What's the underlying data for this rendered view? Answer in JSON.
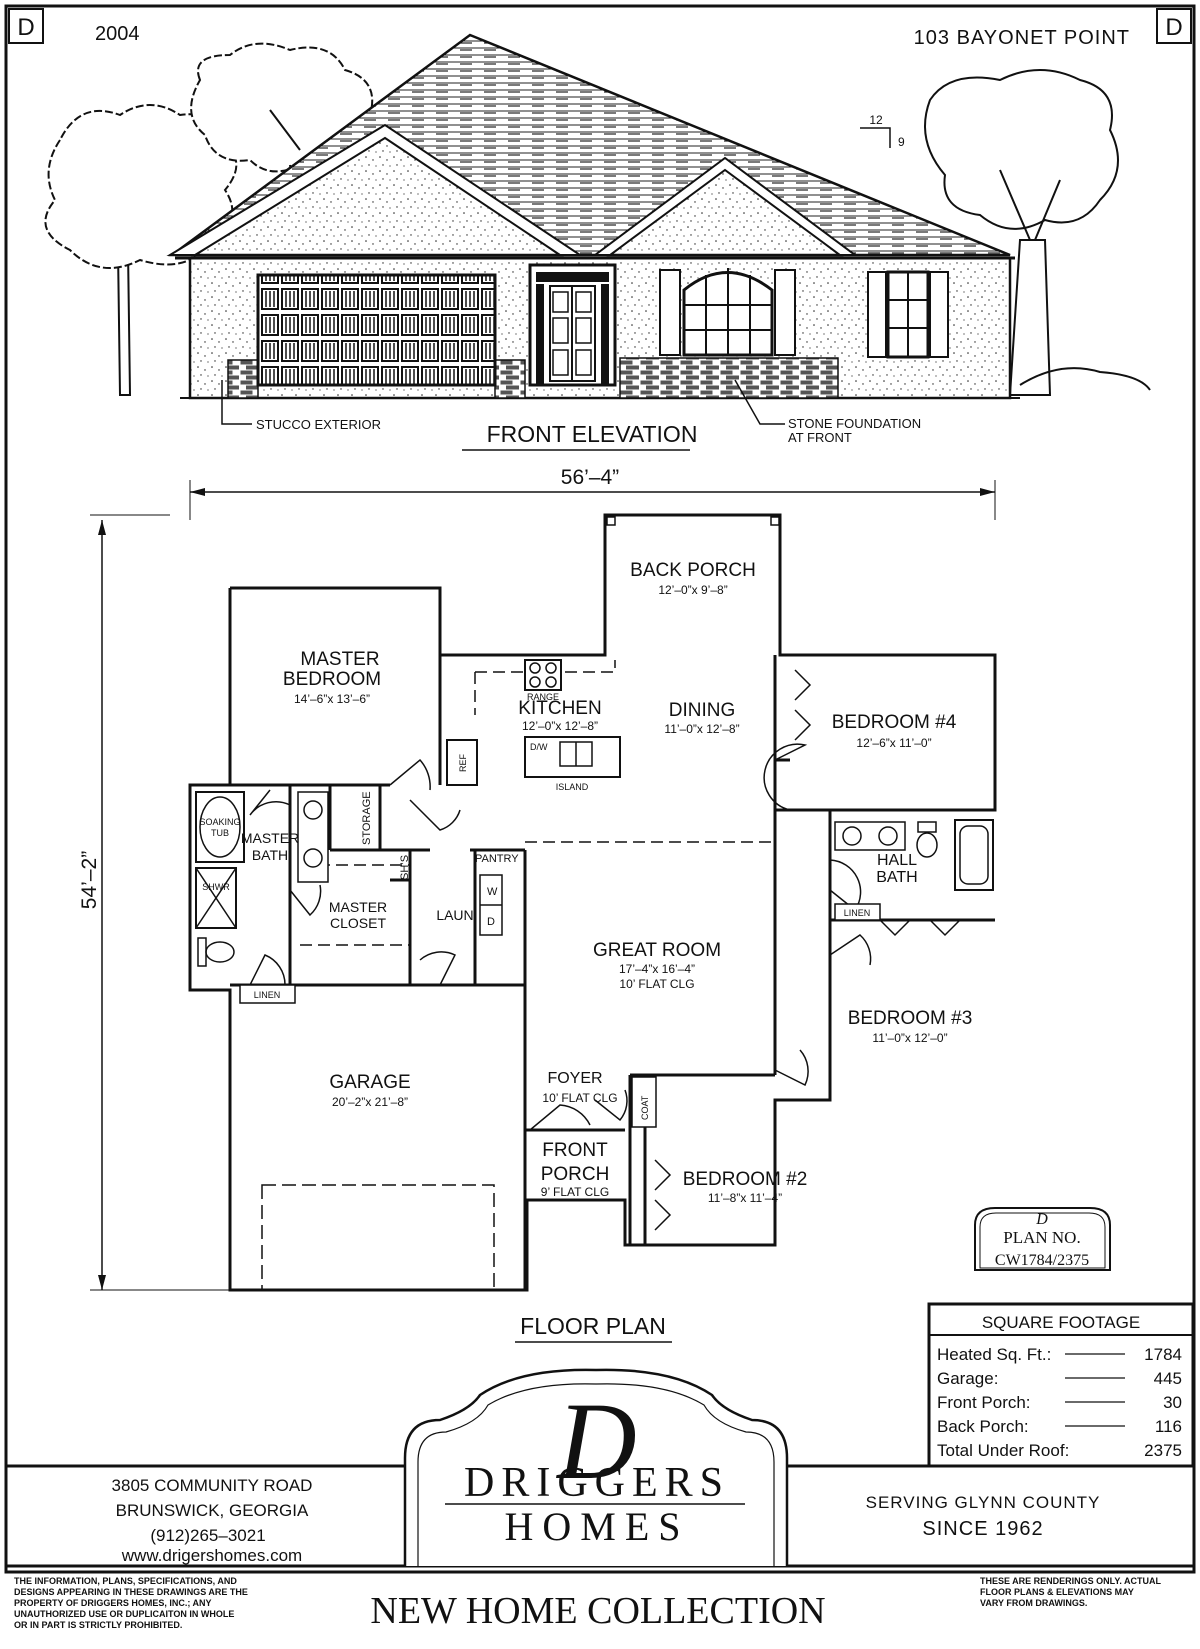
{
  "header": {
    "corner_letter": "D",
    "plan_year": "2004",
    "address": "103 BAYONET POINT",
    "roof_pitch_run": "12",
    "roof_pitch_rise": "9"
  },
  "elevation": {
    "title": "FRONT ELEVATION",
    "callout_left": "STUCCO EXTERIOR",
    "callout_right_line1": "STONE FOUNDATION",
    "callout_right_line2": "AT FRONT"
  },
  "floor_plan": {
    "title": "FLOOR PLAN",
    "width_dim": "56’–4”",
    "depth_dim": "54’–2”",
    "rooms": {
      "back_porch": {
        "name": "BACK PORCH",
        "size": "12’–0”x 9’–8”"
      },
      "master_bedroom": {
        "name1": "MASTER",
        "name2": "BEDROOM",
        "size": "14’–6”x 13’–6”"
      },
      "kitchen": {
        "name": "KITCHEN",
        "size": "12’–0”x 12’–8”"
      },
      "dining": {
        "name": "DINING",
        "size": "11’–0”x 12’–8”"
      },
      "bedroom4": {
        "name": "BEDROOM #4",
        "size": "12’–6”x 11’–0”"
      },
      "master_bath": {
        "name1": "MASTER",
        "name2": "BATH"
      },
      "master_closet": {
        "name1": "MASTER",
        "name2": "CLOSET"
      },
      "hall_bath": {
        "name1": "HALL",
        "name2": "BATH"
      },
      "laundry": {
        "name": "LAUN"
      },
      "great_room": {
        "name": "GREAT ROOM",
        "size": "17’–4”x 16’–4”",
        "ceiling": "10’ FLAT CLG"
      },
      "bedroom3": {
        "name": "BEDROOM #3",
        "size": "11’–0”x 12’–0”"
      },
      "garage": {
        "name": "GARAGE",
        "size": "20’–2”x 21’–8”"
      },
      "foyer": {
        "name": "FOYER",
        "ceiling": "10’ FLAT CLG"
      },
      "front_porch": {
        "name1": "FRONT",
        "name2": "PORCH",
        "ceiling": "9’ FLAT CLG"
      },
      "bedroom2": {
        "name": "BEDROOM #2",
        "size": "11’–8”x 11’–4”"
      }
    },
    "fixtures": {
      "range": "RANGE",
      "ref": "REF",
      "dw": "D/W",
      "island": "ISLAND",
      "soaking_tub1": "SOAKING",
      "soaking_tub2": "TUB",
      "shower": "SHWR",
      "storage": "STORAGE",
      "shelves": "SH’S",
      "pantry": "PANTRY",
      "washer": "W",
      "dryer": "D",
      "linen": "LINEN",
      "coat": "COAT"
    }
  },
  "plan_badge": {
    "monogram": "D",
    "label": "PLAN NO.",
    "number": "CW1784/2375"
  },
  "square_footage": {
    "title": "SQUARE FOOTAGE",
    "rows": [
      {
        "label": "Heated Sq. Ft.:",
        "value": "1784"
      },
      {
        "label": "Garage:",
        "value": "445"
      },
      {
        "label": "Front Porch:",
        "value": "30"
      },
      {
        "label": "Back Porch:",
        "value": "116"
      },
      {
        "label": "Total Under Roof:",
        "value": "2375"
      }
    ]
  },
  "footer": {
    "address_line1": "3805 COMMUNITY ROAD",
    "address_line2": "BRUNSWICK, GEORGIA",
    "phone": "(912)265–3021",
    "website": "www.drigershomes.com",
    "logo_monogram": "D",
    "logo_line1": "DRIGGERS",
    "logo_line2": "HOMES",
    "serving_line1": "SERVING GLYNN COUNTY",
    "serving_line2": "SINCE 1962",
    "disclaimer_left": [
      "THE INFORMATION, PLANS, SPECIFICATIONS, AND",
      "DESIGNS APPEARING IN THESE DRAWINGS ARE THE",
      "PROPERTY OF DRIGGERS HOMES, INC.; ANY",
      "UNAUTHORIZED USE OR DUPLICAITON IN WHOLE",
      "OR IN PART IS STRICTLY PROHIBITED."
    ],
    "collection": "NEW HOME COLLECTION",
    "disclaimer_right": [
      "THESE ARE RENDERINGS ONLY. ACTUAL",
      "FLOOR PLANS & ELEVATIONS MAY",
      "VARY FROM DRAWINGS."
    ]
  }
}
